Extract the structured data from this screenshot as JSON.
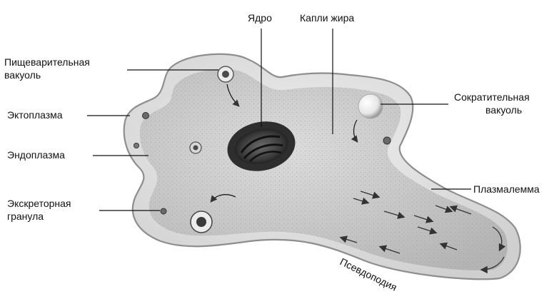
{
  "labels": {
    "digestive_vacuole": [
      "Пищеварительная",
      "вакуоль"
    ],
    "ectoplasm": "Эктоплазма",
    "endoplasm": "Эндоплазма",
    "excretory_granule": [
      "Экскреторная",
      "гранула"
    ],
    "nucleus": "Ядро",
    "fat_droplets": "Капли жира",
    "contractile_vacuole": [
      "Сократительная",
      "вакуоль"
    ],
    "plasmalemma": "Плазмалемма",
    "pseudopodium": "Псевдоподия"
  },
  "colors": {
    "background": "#ffffff",
    "cell_outer": "#9a9a9a",
    "ectoplasm": "#e2e2e2",
    "endoplasm": "#c8c8c8",
    "nucleus": "#2a2a2a",
    "text": "#111111"
  }
}
